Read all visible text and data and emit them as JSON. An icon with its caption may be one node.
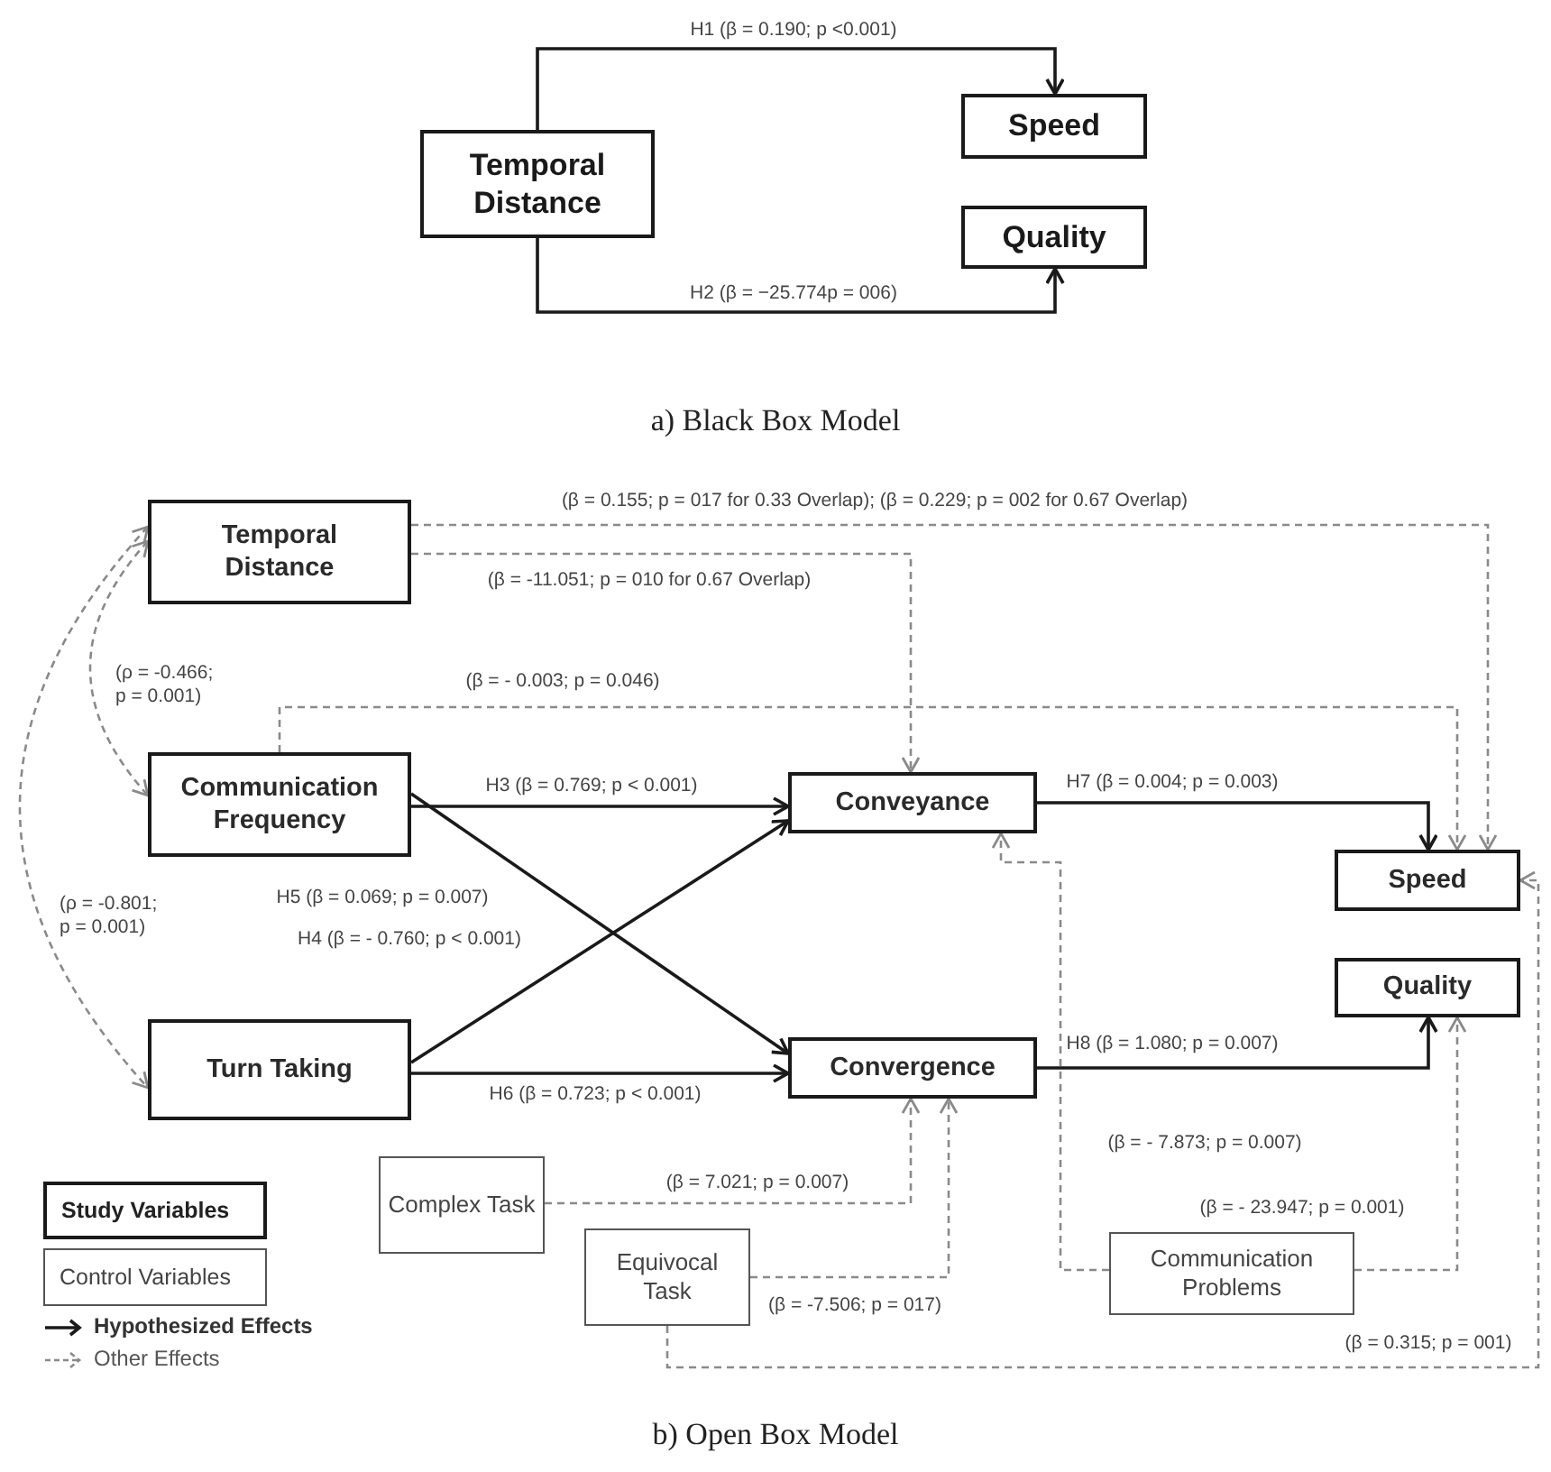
{
  "diagram": {
    "nodes": [
      {
        "text": [
          "Temporal Distance"
        ]
      },
      {
        "text": [
          "Speed"
        ]
      },
      {
        "text": [
          "Quality"
        ]
      },
      {
        "text": [
          "Temporal Distance"
        ]
      },
      {
        "text": [
          "Communication Frequency"
        ]
      },
      {
        "text": [
          "Turn Taking"
        ]
      },
      {
        "text": [
          "Conveyance"
        ]
      },
      {
        "text": [
          "Convergence"
        ]
      },
      {
        "text": [
          "Speed"
        ]
      },
      {
        "text": [
          "Quality"
        ]
      },
      {
        "text": [
          "Complex Task"
        ]
      },
      {
        "text": [
          "Equivocal Task"
        ]
      },
      {
        "text": [
          "Communication Problems"
        ]
      }
    ],
    "edges": [
      {
        "from": 0,
        "to": 1,
        "arrow": "to",
        "color": "#1a1a1a",
        "label": "H1 (β = 0.190; p <0.001)"
      },
      {
        "from": 0,
        "to": 2,
        "arrow": "to",
        "color": "#1a1a1a",
        "label": "H2 (β = −25.774p = 006)"
      },
      {
        "from": 3,
        "to": 8,
        "arrow": "to",
        "style": "dashed",
        "label": "(β = 0.155; p = 017 for 0.33 Overlap); (β = 0.229; p = 002 for 0.67 Overlap)"
      },
      {
        "from": 3,
        "to": 6,
        "arrow": "to",
        "style": "dashed",
        "label": "(β = -11.051; p = 010 for 0.67 Overlap)"
      },
      {
        "from": 3,
        "to": 4,
        "arrow": "both",
        "style": "dashed",
        "label": "(ρ = -0.466; p = 0.001)"
      },
      {
        "from": 3,
        "to": 5,
        "arrow": "both",
        "style": "dashed",
        "label": "(ρ = -0.801; p = 0.001)"
      },
      {
        "from": 4,
        "to": 8,
        "arrow": "to",
        "style": "dashed",
        "label": "(β = - 0.003; p = 0.046)"
      },
      {
        "from": 4,
        "to": 6,
        "arrow": "to",
        "color": "#1a1a1a",
        "label": "H3 (β = 0.769; p < 0.001)"
      },
      {
        "from": 4,
        "to": 7,
        "arrow": "to",
        "color": "#1a1a1a",
        "label": "H5 (β = 0.069; p = 0.007)"
      },
      {
        "from": 5,
        "to": 6,
        "arrow": "to",
        "color": "#1a1a1a",
        "label": "H4 (β = - 0.760; p < 0.001)"
      },
      {
        "from": 5,
        "to": 7,
        "arrow": "to",
        "color": "#1a1a1a",
        "label": "H6 (β = 0.723; p < 0.001)"
      },
      {
        "from": 6,
        "to": 8,
        "arrow": "to",
        "color": "#1a1a1a",
        "label": "H7 (β = 0.004; p = 0.003)"
      },
      {
        "from": 7,
        "to": 9,
        "arrow": "to",
        "color": "#1a1a1a",
        "label": "H8 (β = 1.080; p = 0.007)"
      },
      {
        "from": 10,
        "to": 7,
        "arrow": "to",
        "style": "dashed",
        "label": "(β = 7.021; p = 0.007)"
      },
      {
        "from": 11,
        "to": 7,
        "arrow": "to",
        "style": "dashed",
        "label": "(β = -7.506; p = 017)"
      },
      {
        "from": 11,
        "to": 8,
        "arrow": "to",
        "style": "dashed",
        "label": "(β = 0.315; p = 001)"
      },
      {
        "from": 12,
        "to": 6,
        "arrow": "to",
        "style": "dashed",
        "label": "(β = - 7.873; p = 0.007)"
      },
      {
        "from": 12,
        "to": 9,
        "arrow": "to",
        "style": "dashed",
        "label": "(β = - 23.947; p = 0.001)"
      }
    ],
    "labels": [
      "a) Black Box Model",
      "b) Open Box Model"
    ],
    "legend": [
      {
        "text": "Study Variables"
      },
      {
        "text": "Control Variables"
      },
      {
        "text": "Hypothesized Effects"
      },
      {
        "text": "Other Effects"
      }
    ]
  }
}
